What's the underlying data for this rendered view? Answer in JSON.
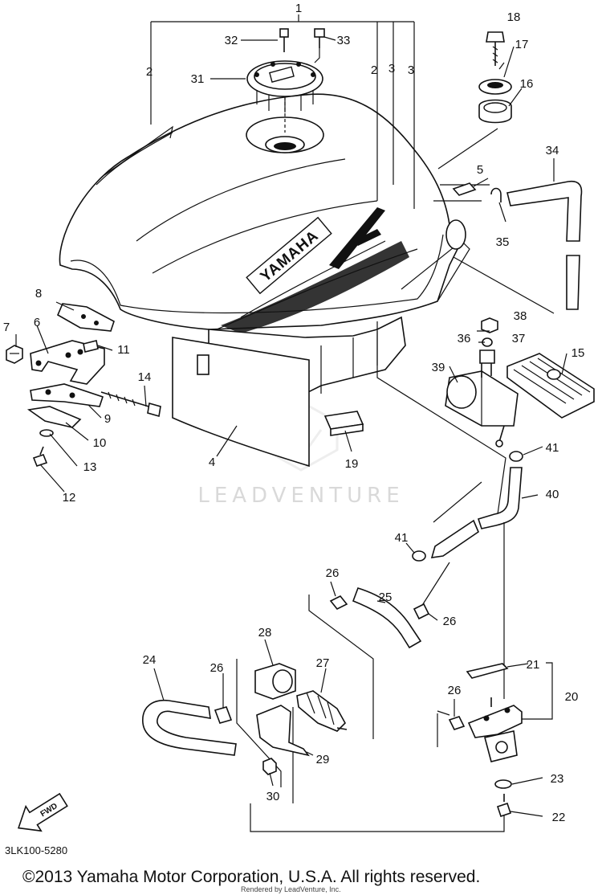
{
  "diagram": {
    "part_numbers": [
      "1",
      "2",
      "2",
      "3",
      "3",
      "4",
      "5",
      "6",
      "7",
      "8",
      "9",
      "10",
      "11",
      "12",
      "13",
      "14",
      "15",
      "16",
      "17",
      "18",
      "19",
      "20",
      "21",
      "22",
      "23",
      "24",
      "25",
      "26",
      "26",
      "26",
      "26",
      "27",
      "28",
      "29",
      "30",
      "31",
      "32",
      "33",
      "34",
      "35",
      "36",
      "37",
      "38",
      "39",
      "40",
      "41",
      "41"
    ],
    "tank_logo": "YAMAHA",
    "watermark": "LEADVENTURE",
    "diagram_code": "3LK100-5280",
    "copyright": "©2013 Yamaha Motor Corporation, U.S.A. All rights reserved.",
    "rendered_by": "Rendered by LeadVenture, Inc.",
    "arrow_label": "FWD"
  }
}
